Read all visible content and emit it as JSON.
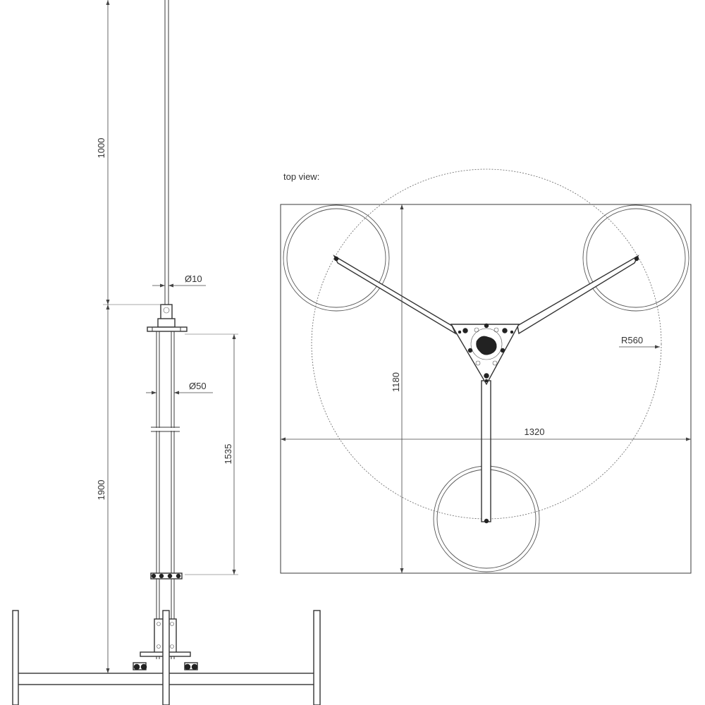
{
  "labels": {
    "top_view": "top view:",
    "mast_height": "1000",
    "mast_diameter": "Ø10",
    "tube_diameter": "Ø50",
    "tube_length": "1535",
    "total_height": "1900",
    "plan_depth": "1180",
    "plan_width": "1320",
    "radius": "R560"
  }
}
